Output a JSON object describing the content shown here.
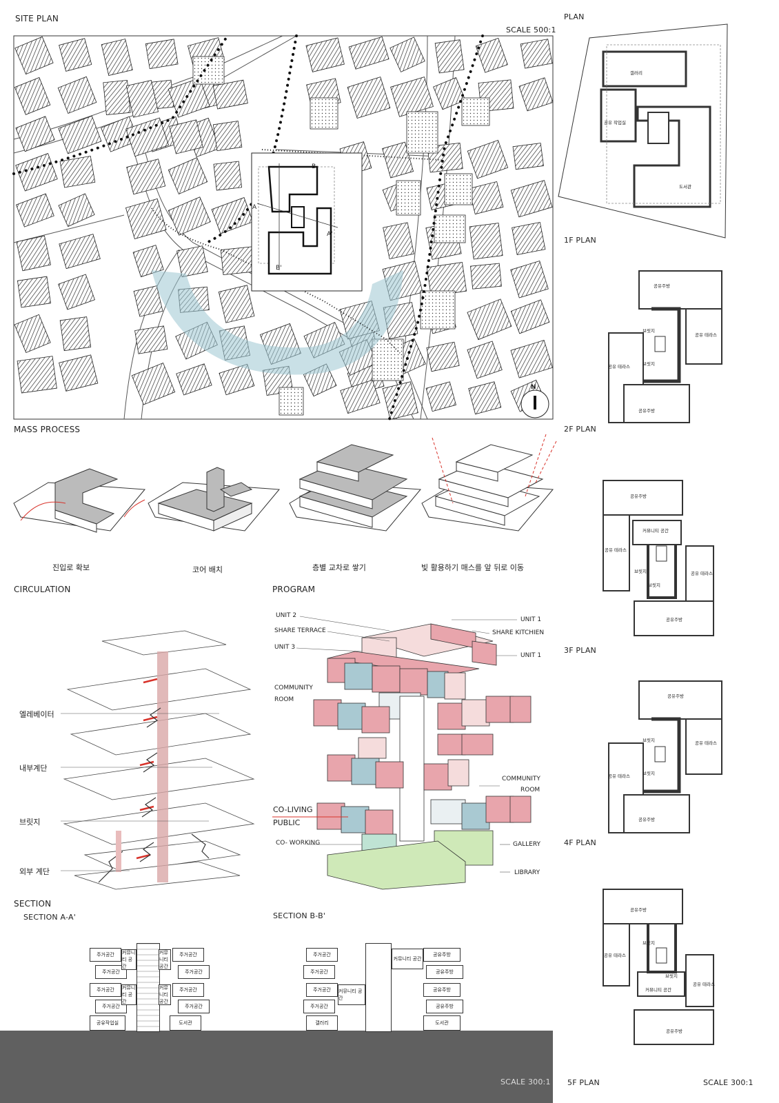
{
  "titles": {
    "site_plan": "SITE PLAN",
    "scale_site": "SCALE 500:1",
    "plan": "PLAN",
    "mass_process": "MASS PROCESS",
    "circulation": "CIRCULATION",
    "program": "PROGRAM",
    "section": "SECTION",
    "section_aa": "SECTION A-A'",
    "section_bb": "SECTION B-B'",
    "scale_section": "SCALE 300:1",
    "scale_plan": "SCALE 300:1"
  },
  "floor_labels": [
    "1F PLAN",
    "2F PLAN",
    "3F PLAN",
    "4F PLAN",
    "5F PLAN"
  ],
  "mass_steps": [
    "진입로 확보",
    "코어 배치",
    "층별 교차로 쌓기",
    "빛 활용하기 매스를 앞 뒤로 이동"
  ],
  "circulation_labels": [
    "엘레베이터",
    "내부계단",
    "브릿지",
    "외부 계단"
  ],
  "program_labels": {
    "unit2": "UNIT 2",
    "share_terrace": "SHARE TERRACE",
    "unit3": "UNIT 3",
    "community_room": "COMMUNITY",
    "community_room2": "ROOM",
    "unit1a": "UNIT 1",
    "share_kitchen": "SHARE KITCHIEN",
    "unit1b": "UNIT 1",
    "community_r": "COMMUNITY",
    "room_r": "ROOM",
    "co_living": "CO-LIVING",
    "public": "PUBLIC",
    "co_working": "CO- WORKING",
    "gallery": "GALLERY",
    "library": "LIBRARY"
  },
  "site_marks": {
    "a": "A",
    "a2": "A'",
    "b": "B",
    "b2": "B'",
    "north": "N"
  },
  "plan_rooms": {
    "f1": [
      "갤러리",
      "공유 작업실",
      "도서관"
    ],
    "f2": [
      "공유주방",
      "브릿지",
      "공유 테라스",
      "공유 테라스",
      "브릿지",
      "공유주방"
    ],
    "f3": [
      "공유주방",
      "커뮤니티 공간",
      "공유 테라스",
      "브릿지",
      "공유 테라스",
      "브릿지",
      "공유주방"
    ],
    "f4": [
      "공유주방",
      "브릿지",
      "공유 테라스",
      "공유 테라스",
      "브릿지",
      "공유주방"
    ],
    "f5": [
      "공유주방",
      "브릿지",
      "공유 테라스",
      "브릿지",
      "공유 테라스",
      "커뮤니티 공간",
      "공유주방"
    ]
  },
  "section_aa": {
    "left": [
      "주거공간",
      "주거공간",
      "주거공간",
      "주거공간",
      "공유작업실"
    ],
    "mid_l": [
      "커뮤니티 공간",
      "커뮤니티 공간"
    ],
    "mid_r": [
      "커뮤니티 공간",
      "커뮤니티 공간"
    ],
    "right": [
      "주거공간",
      "주거공간",
      "주거공간",
      "주거공간",
      "도서관"
    ]
  },
  "section_bb": {
    "left": [
      "주거공간",
      "주거공간",
      "주거공간",
      "주거공간",
      "갤러리"
    ],
    "mid": [
      "커뮤니티 공간",
      "커뮤니티 공간"
    ],
    "right": [
      "공유주방",
      "공유주방",
      "공유주방",
      "공유주방",
      "도서관"
    ]
  },
  "colors": {
    "pink": "#e8a5ac",
    "blue": "#a9c9d2",
    "lightpink": "#f5dcdc",
    "green": "#cfe9b8",
    "mint": "#bfe3d4",
    "red": "#d8322a",
    "shade": "#9cc6d1",
    "ground": "#606060"
  }
}
